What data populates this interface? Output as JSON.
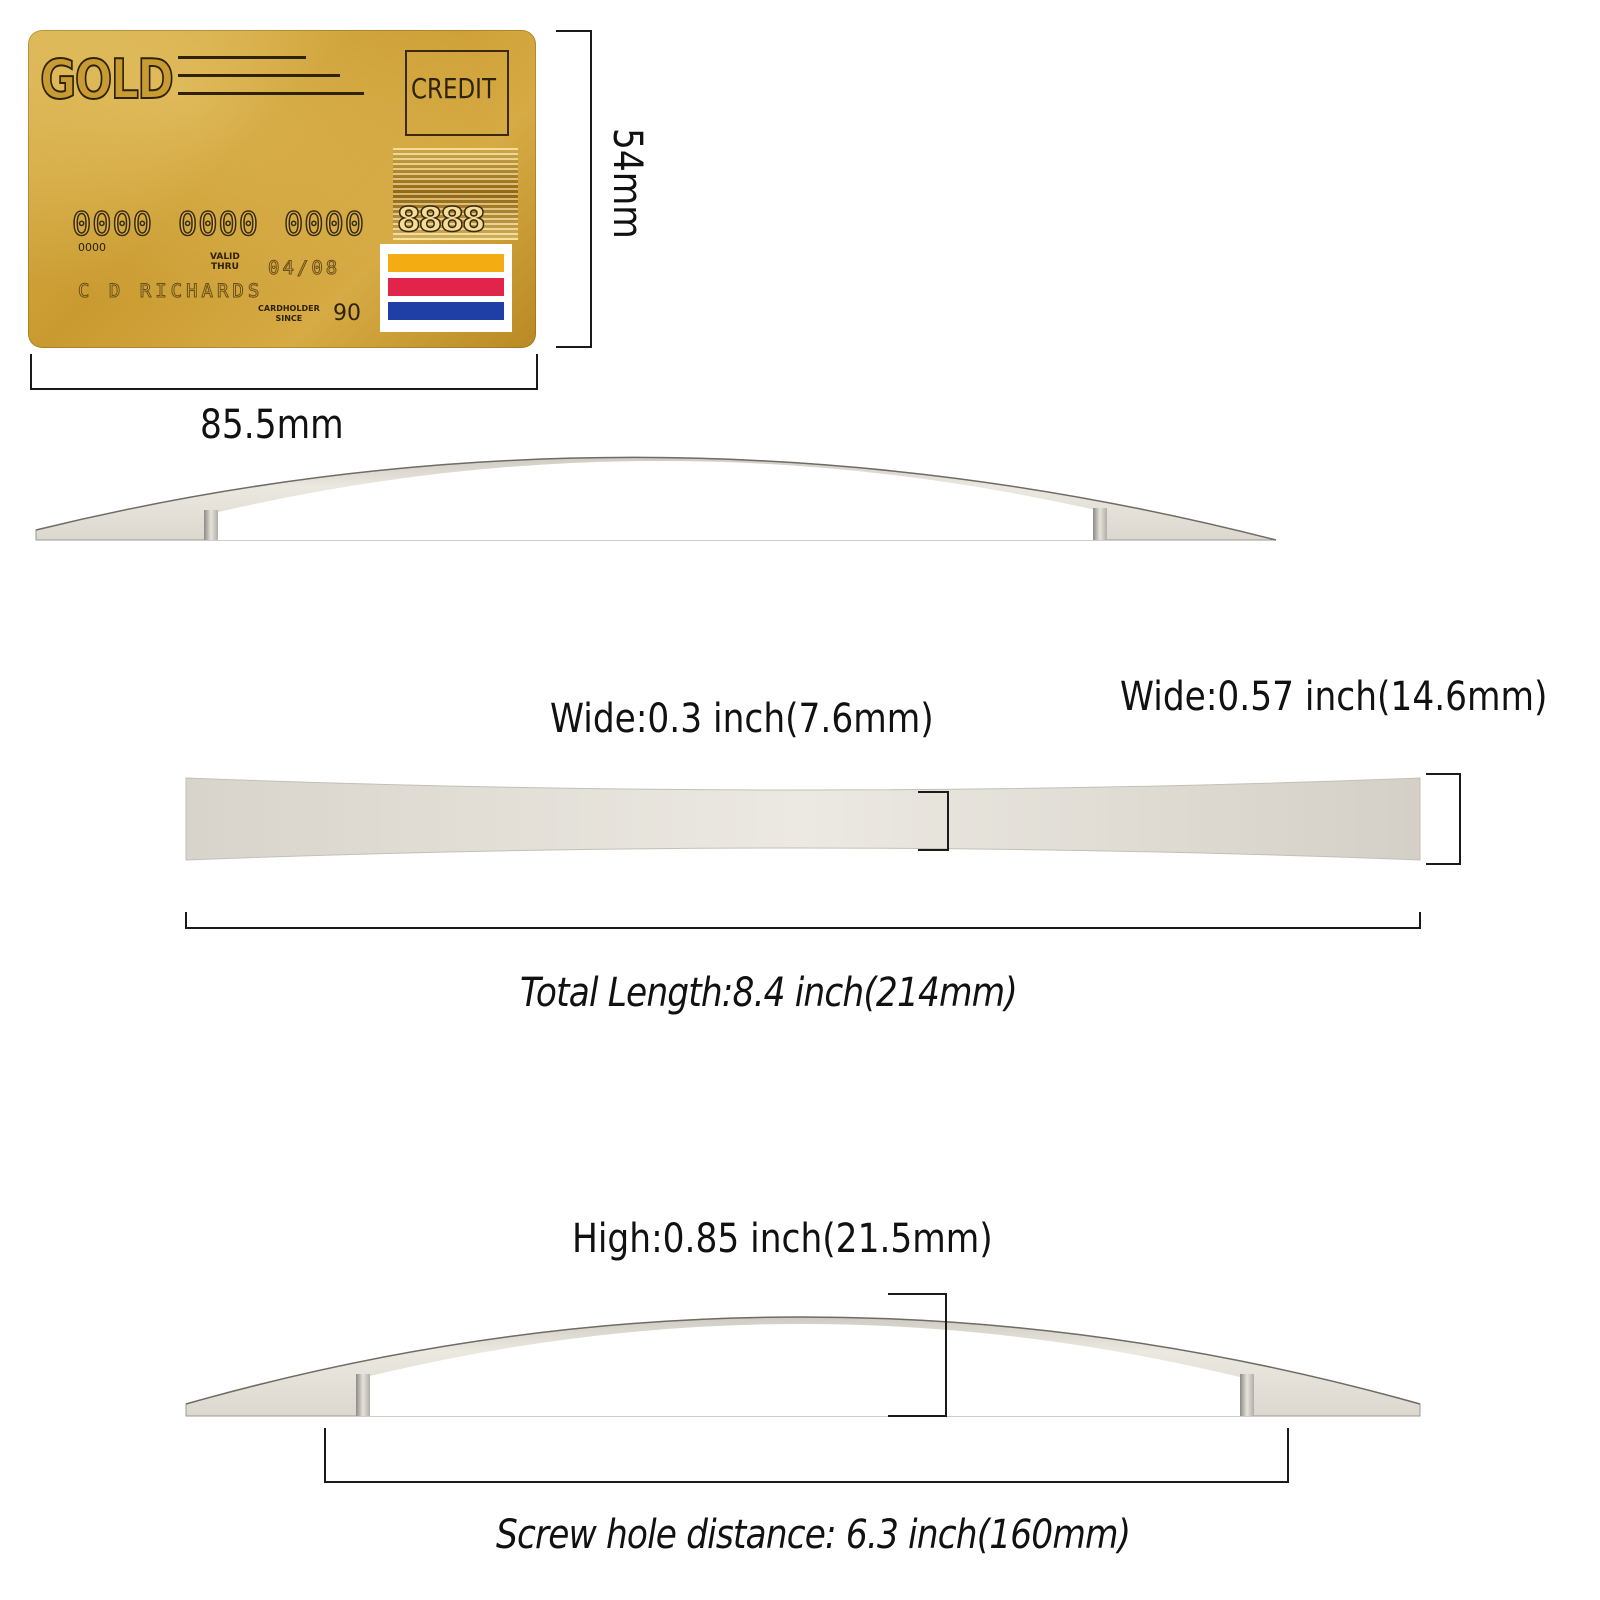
{
  "card": {
    "brand": "GOLD",
    "type": "CREDIT",
    "hologram_digits": "8888",
    "number_groups": [
      "0000",
      "0000",
      "0000"
    ],
    "small_code": "0000",
    "valid_label": "VALID\nTHRU",
    "valid_date": "04/08",
    "cardholder": "C D RICHARDS",
    "since_label": "CARDHOLDER\nSINCE",
    "since_year": "90",
    "flag_colors": [
      "#f3ad12",
      "#e1254a",
      "#1f3fa6"
    ]
  },
  "card_dimensions": {
    "height": "54mm",
    "width": "85.5mm"
  },
  "handle_specs": {
    "wide_center": "Wide:0.3 inch(7.6mm)",
    "wide_end": "Wide:0.57 inch(14.6mm)",
    "total_length": "Total Length:8.4 inch(214mm)",
    "height": "High:0.85 inch(21.5mm)",
    "screw_hole_distance": "Screw hole distance: 6.3 inch(160mm)"
  },
  "colors": {
    "metal_light": "#ebe8e0",
    "metal_mid": "#d6d2c9",
    "metal_edge": "#a8a49c"
  }
}
